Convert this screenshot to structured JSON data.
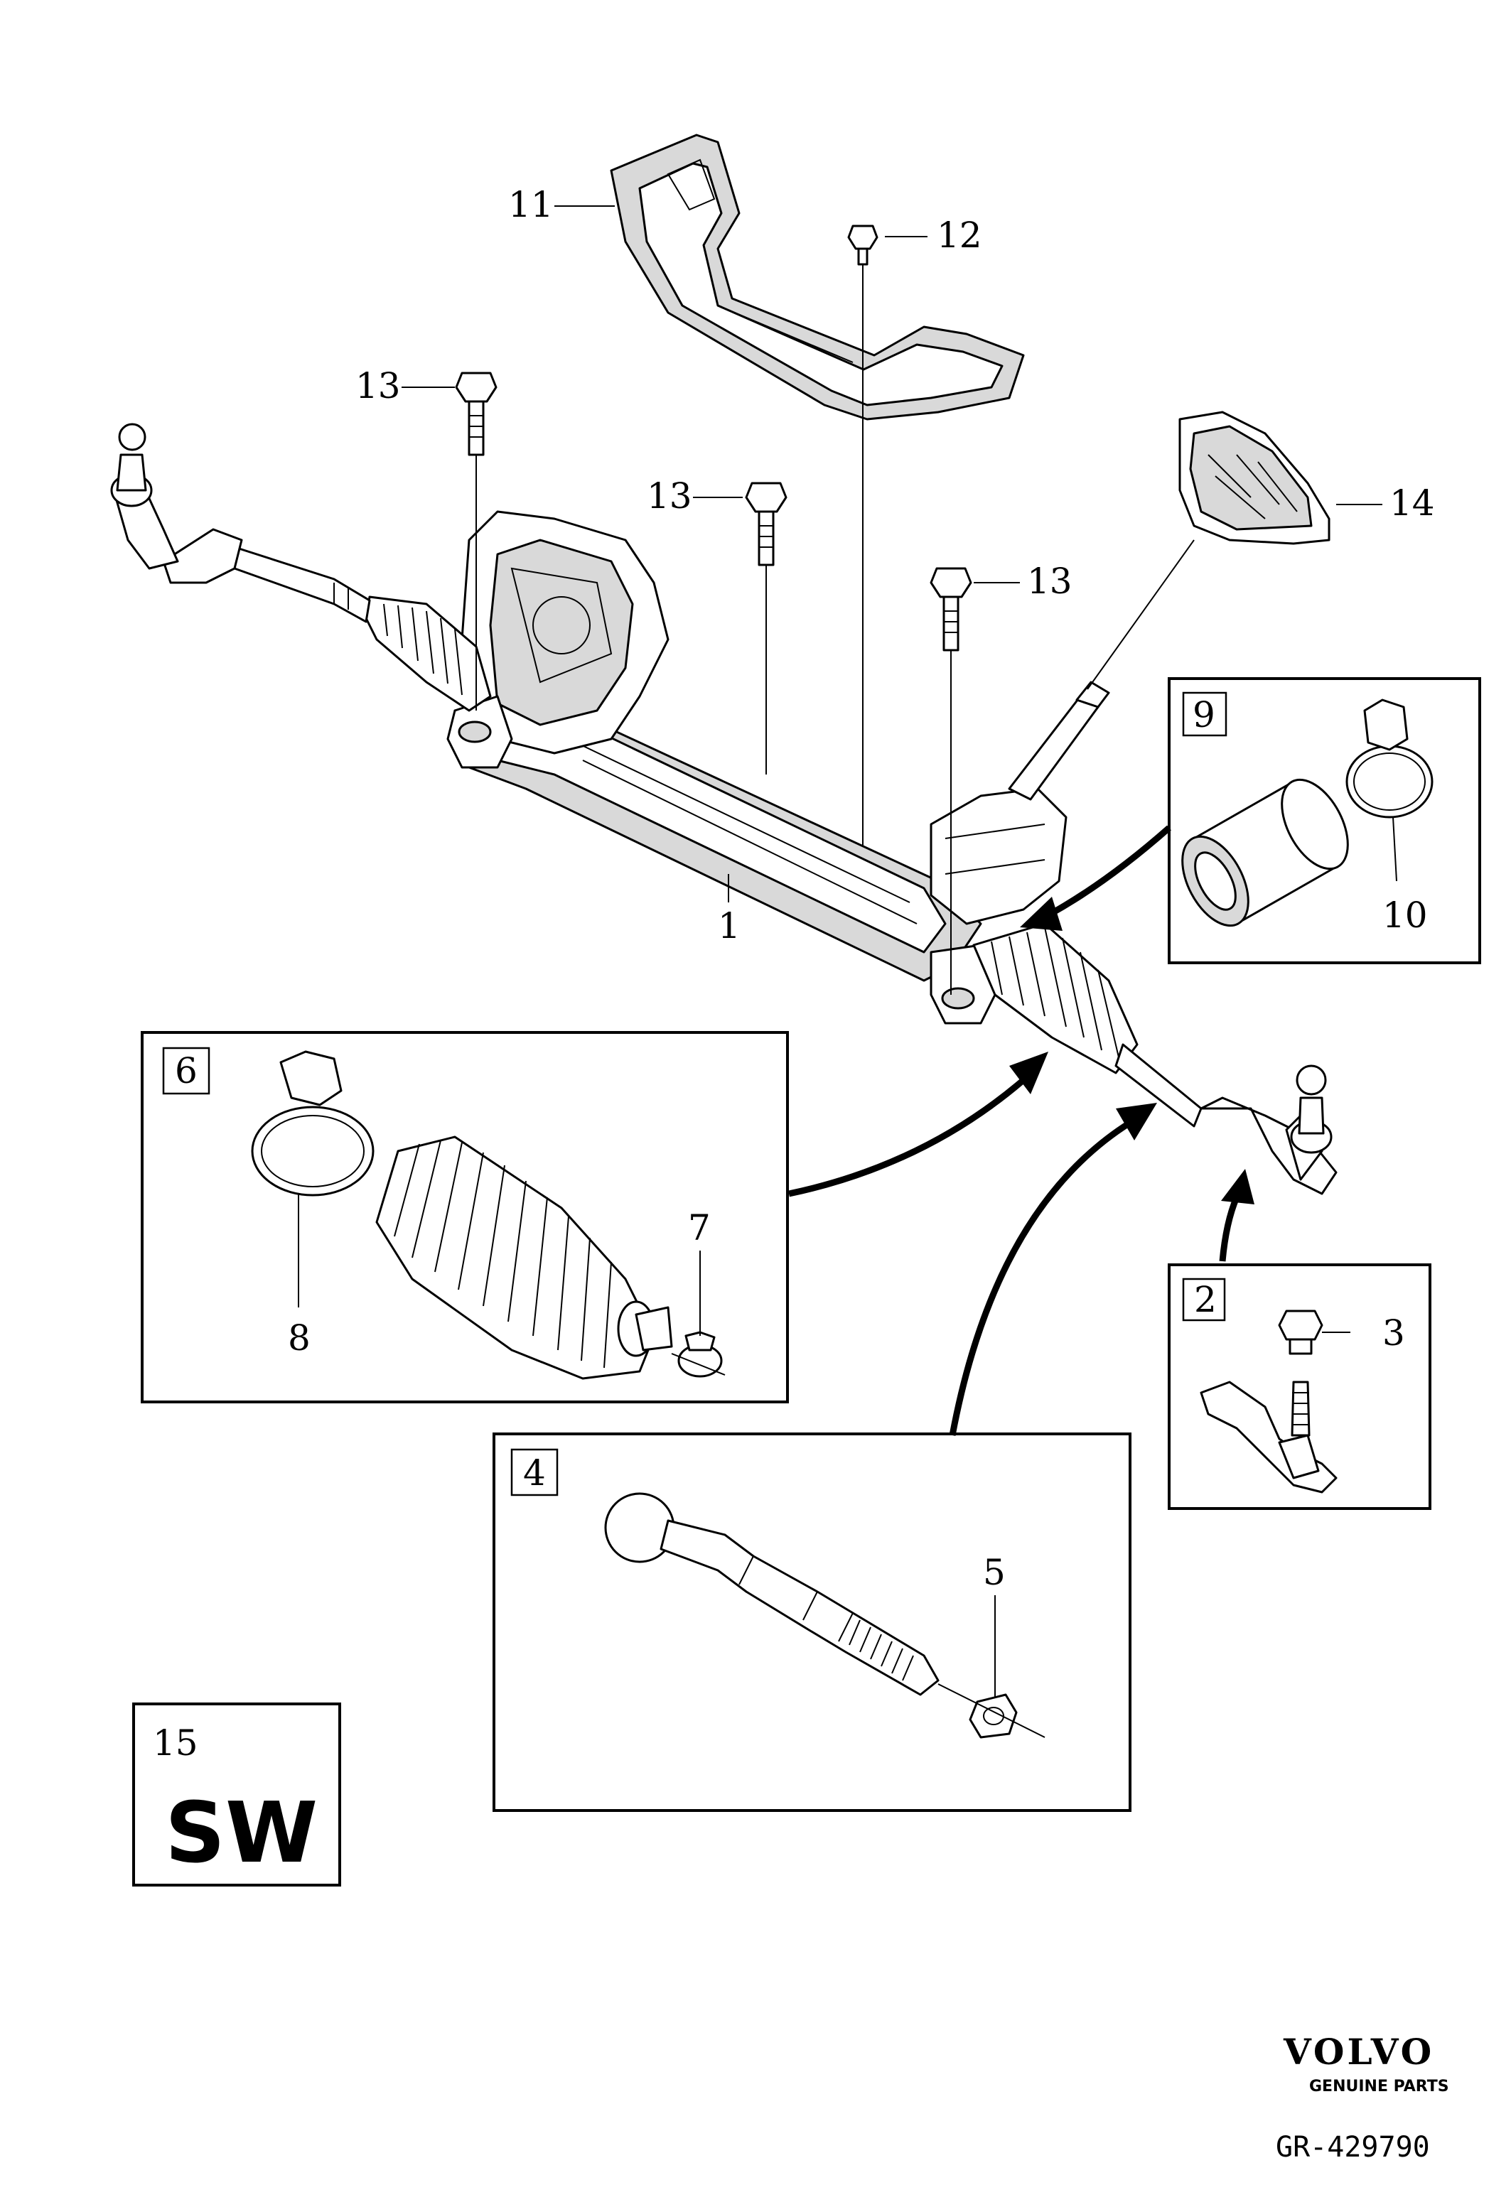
{
  "callouts": {
    "c1": "1",
    "c2": "2",
    "c3": "3",
    "c4": "4",
    "c5": "5",
    "c6": "6",
    "c7": "7",
    "c8": "8",
    "c9": "9",
    "c10": "10",
    "c11": "11",
    "c12": "12",
    "c13": "13",
    "c14": "14",
    "c15": "15"
  },
  "sw_label": "SW",
  "brand": {
    "name": "VOLVO",
    "tagline": "GENUINE PARTS",
    "reference": "GR-429790"
  },
  "colors": {
    "line": "#000000",
    "background": "#ffffff",
    "shade": "#d9d9d9"
  }
}
